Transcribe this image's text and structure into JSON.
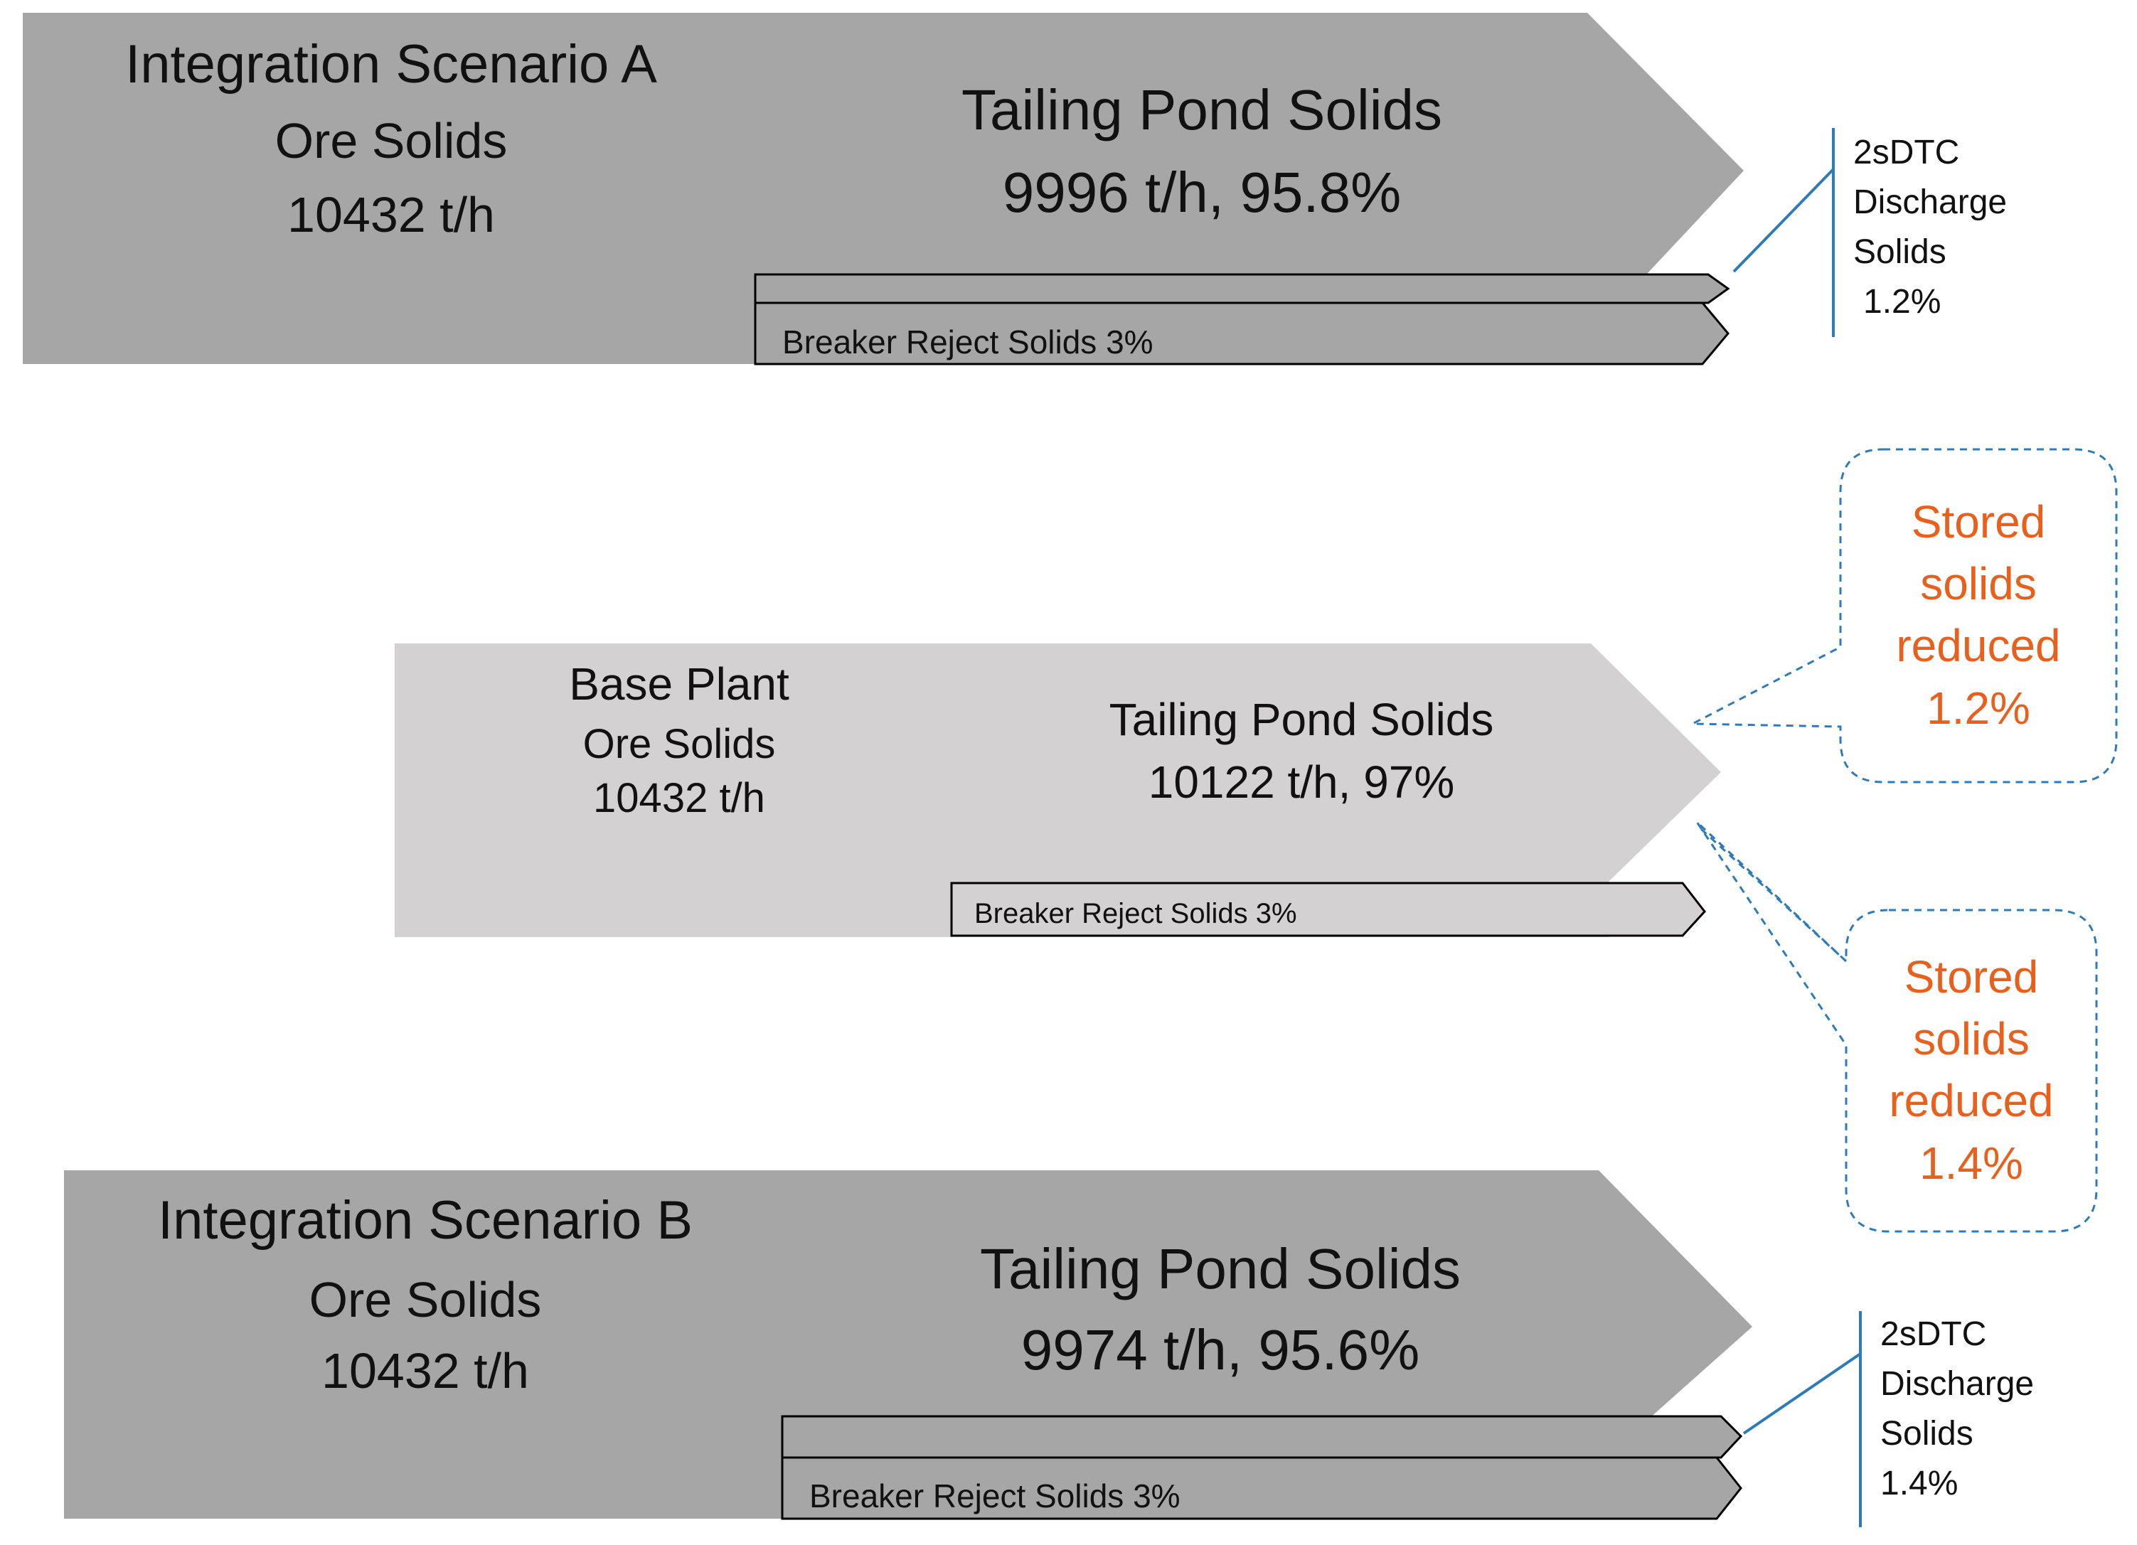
{
  "scenario_a": {
    "title": "Integration Scenario A",
    "ore_label": "Ore Solids",
    "ore_value": "10432 t/h",
    "tailing_label": "Tailing Pond Solids",
    "tailing_value": "9996 t/h, 95.8%",
    "breaker_label": "Breaker Reject Solids 3%",
    "dtc_line1": "2sDTC",
    "dtc_line2": "Discharge",
    "dtc_line3": "Solids",
    "dtc_line4": "1.2%"
  },
  "base_plant": {
    "title": "Base Plant",
    "ore_label": "Ore Solids",
    "ore_value": "10432 t/h",
    "tailing_label": "Tailing Pond Solids",
    "tailing_value": "10122 t/h, 97%",
    "breaker_label": "Breaker Reject Solids 3%"
  },
  "callout_a": {
    "line1": "Stored",
    "line2": "solids",
    "line3": "reduced",
    "line4": "1.2%"
  },
  "callout_b": {
    "line1": "Stored",
    "line2": "solids",
    "line3": "reduced",
    "line4": "1.4%"
  },
  "scenario_b": {
    "title": "Integration Scenario B",
    "ore_label": "Ore Solids",
    "ore_value": "10432 t/h",
    "tailing_label": "Tailing Pond Solids",
    "tailing_value": "9974 t/h, 95.6%",
    "breaker_label": "Breaker Reject Solids 3%",
    "dtc_line1": "2sDTC",
    "dtc_line2": "Discharge",
    "dtc_line3": "Solids",
    "dtc_line4": "1.4%"
  },
  "colors": {
    "scenario_fill": "#a6a6a6",
    "base_fill": "#d4d1d2",
    "outline": "#000000",
    "connector": "#2e7bb8",
    "callout_text": "#e8601c"
  }
}
